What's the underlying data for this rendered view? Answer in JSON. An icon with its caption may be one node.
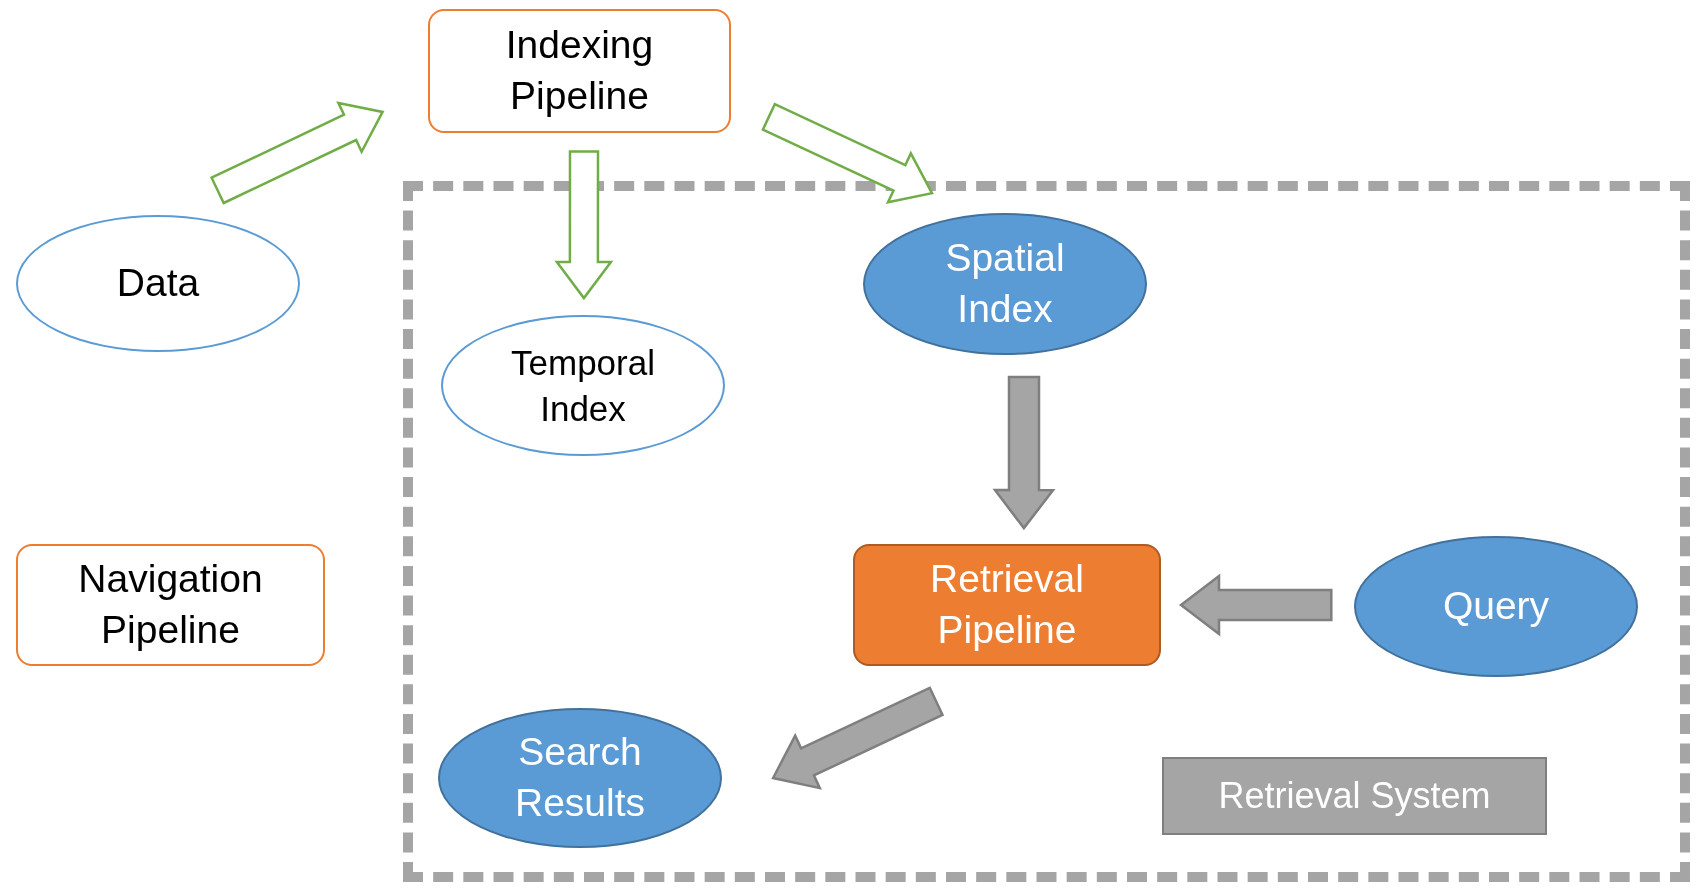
{
  "diagram": {
    "nodes": [
      {
        "text": [
          "Indexing Pipeline"
        ]
      },
      {
        "text": [
          "Data"
        ]
      },
      {
        "text": [
          "Navigation Pipeline"
        ]
      },
      {
        "text": [],
        "shape": "box"
      },
      {
        "text": [
          "Temporal Index"
        ],
        "in": 3
      },
      {
        "text": [
          "Spatial Index"
        ],
        "in": 3
      },
      {
        "text": [
          "Retrieval Pipeline"
        ],
        "in": 3
      },
      {
        "text": [
          "Query"
        ],
        "in": 3
      },
      {
        "text": [
          "Search Results"
        ],
        "in": 3
      },
      {
        "text": [
          "Retrieval System"
        ],
        "in": 3
      }
    ],
    "edges": [
      {
        "from": 1,
        "to": 0,
        "arrow": "to",
        "color": "#70ad47"
      },
      {
        "from": 0,
        "to": 4,
        "arrow": "to",
        "color": "#70ad47"
      },
      {
        "from": 0,
        "to": 5,
        "arrow": "to",
        "color": "#70ad47"
      },
      {
        "from": 5,
        "to": 6,
        "arrow": "to",
        "style": "thick",
        "color": "#a5a5a5"
      },
      {
        "from": 7,
        "to": 6,
        "arrow": "to",
        "style": "thick",
        "color": "#a5a5a5"
      },
      {
        "from": 6,
        "to": 8,
        "arrow": "to",
        "style": "thick",
        "color": "#a5a5a5"
      }
    ]
  }
}
